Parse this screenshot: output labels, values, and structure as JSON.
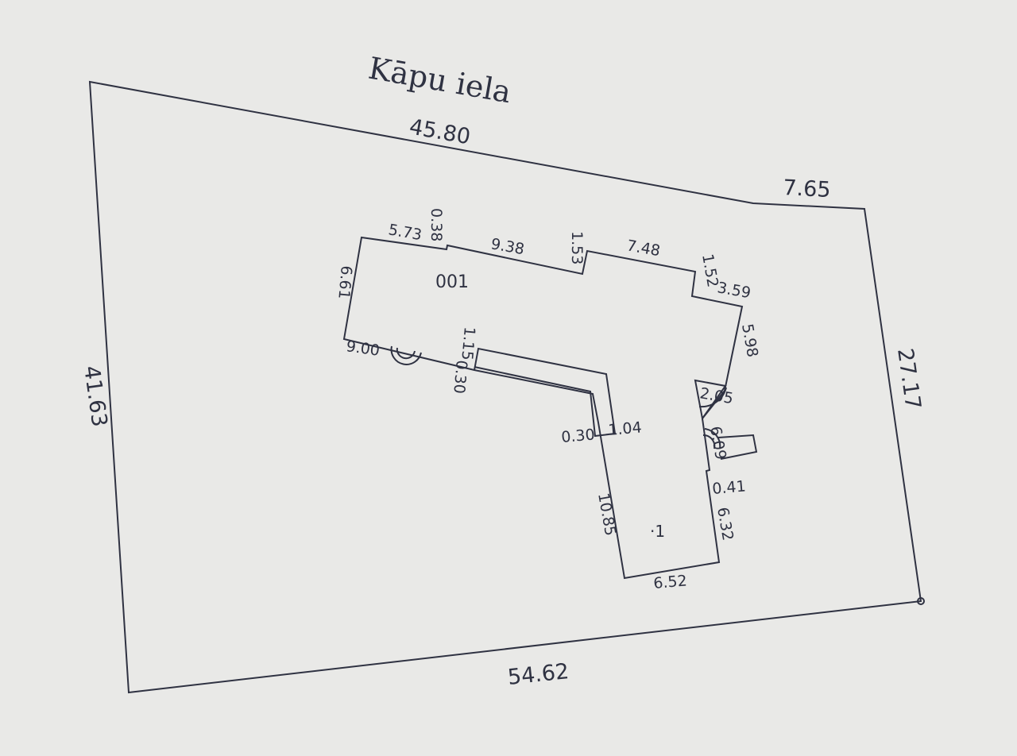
{
  "street_name": "Kāpu iela",
  "parcel": {
    "sides": {
      "top": "45.80",
      "top_right": "7.65",
      "right": "27.17",
      "bottom": "54.62",
      "left": "41.63"
    }
  },
  "building": {
    "id_label": "001",
    "section_label": "·1",
    "dims": {
      "d573": "5.73",
      "d038": "0.38",
      "d938": "9.38",
      "d153": "1.53",
      "d748": "7.48",
      "d152": "1.52",
      "d359": "3.59",
      "d661": "6.61",
      "d900": "9.00",
      "d115": "1.15",
      "d030a": "0.30",
      "d598": "5.98",
      "d205": "2.05",
      "d609": "6.09",
      "d030b": "0.30",
      "d104": "1.04",
      "d041": "0.41",
      "d1085": "10.85",
      "d632": "6.32",
      "d652": "6.52"
    }
  }
}
